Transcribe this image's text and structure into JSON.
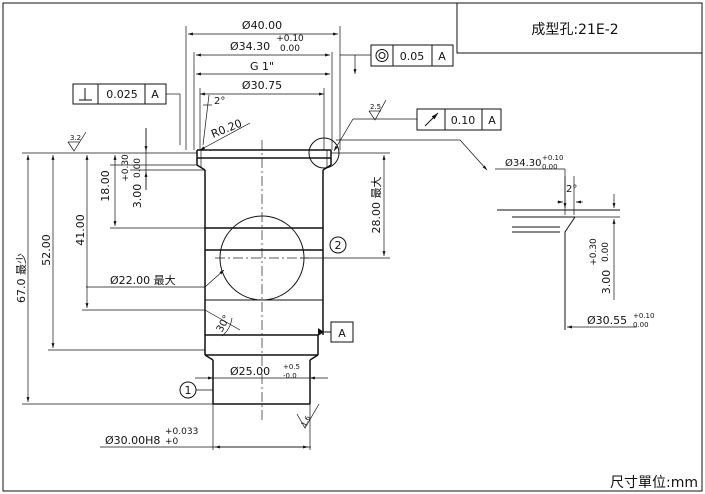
{
  "title_block": {
    "drawing_no": "成型孔:21E-2",
    "unit_label": "尺寸單位:mm"
  },
  "feature_frames": {
    "concentricity": {
      "symbol": "concentricity-symbol",
      "value": "0.05",
      "datum": "A"
    },
    "perpendicularity": {
      "symbol": "perpendicularity-symbol",
      "value": "0.025",
      "datum": "A"
    },
    "runout": {
      "symbol": "runout-symbol",
      "value": "0.10",
      "datum": "A"
    }
  },
  "datums": {
    "a_label": "A"
  },
  "balloons": {
    "b1": "1",
    "b2": "2"
  },
  "dimensions": {
    "d40": "Ø40.00",
    "d3430": "Ø34.30",
    "d3430_tol_up": "+0.10",
    "d3430_tol_low": "0.00",
    "g1": "G 1\"",
    "d3075": "Ø30.75",
    "angle2": "2°",
    "r020": "R0.20",
    "roughness_32": "3.2",
    "roughness_25": "2.5",
    "d18": "18.00",
    "d3": "3.00",
    "d3_tol_up": "+0.30",
    "d3_tol_low": "0.00",
    "d41": "41.00",
    "d52": "52.00",
    "d67": "67.0 最少",
    "d28": "28.00 最大",
    "d22": "Ø22.00 最大",
    "angle30": "30°",
    "d25": "Ø25.00",
    "d25_tol_up": "+0.5",
    "d25_tol_low": "-0.0",
    "len16": "1.6",
    "d30h8": "Ø30.00H8",
    "d30h8_tol_up": "+0.033",
    "d30h8_tol_low": "+0"
  },
  "detail": {
    "d3430": "Ø34.30",
    "d3430_tol_up": "+0.10",
    "d3430_tol_low": "0.00",
    "angle2": "2°",
    "d3": "3.00",
    "d3_tol_up": "+0.30",
    "d3_tol_low": "0.00",
    "d3055": "Ø30.55",
    "d3055_tol_up": "+0.10",
    "d3055_tol_low": "0.00"
  }
}
